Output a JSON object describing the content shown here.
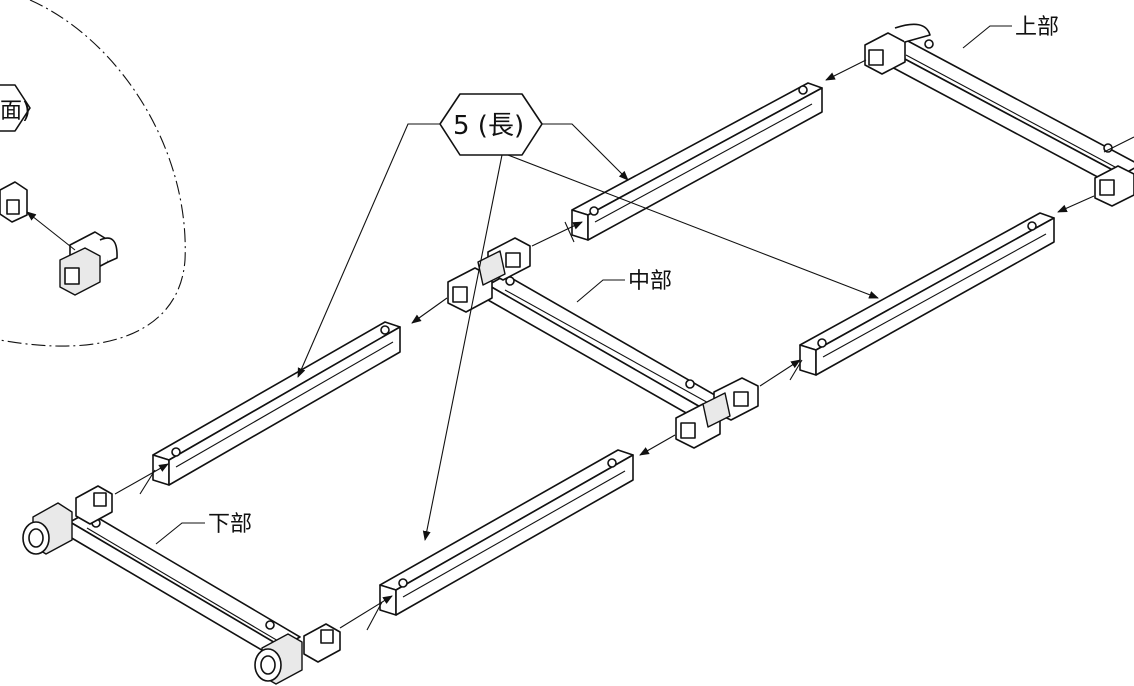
{
  "labels": {
    "upper": "上部",
    "middle": "中部",
    "lower": "下部",
    "part_tag": "5 (長)",
    "inset_tag_fragment": "面)"
  },
  "colors": {
    "ink": "#111111",
    "paper": "#ffffff"
  }
}
